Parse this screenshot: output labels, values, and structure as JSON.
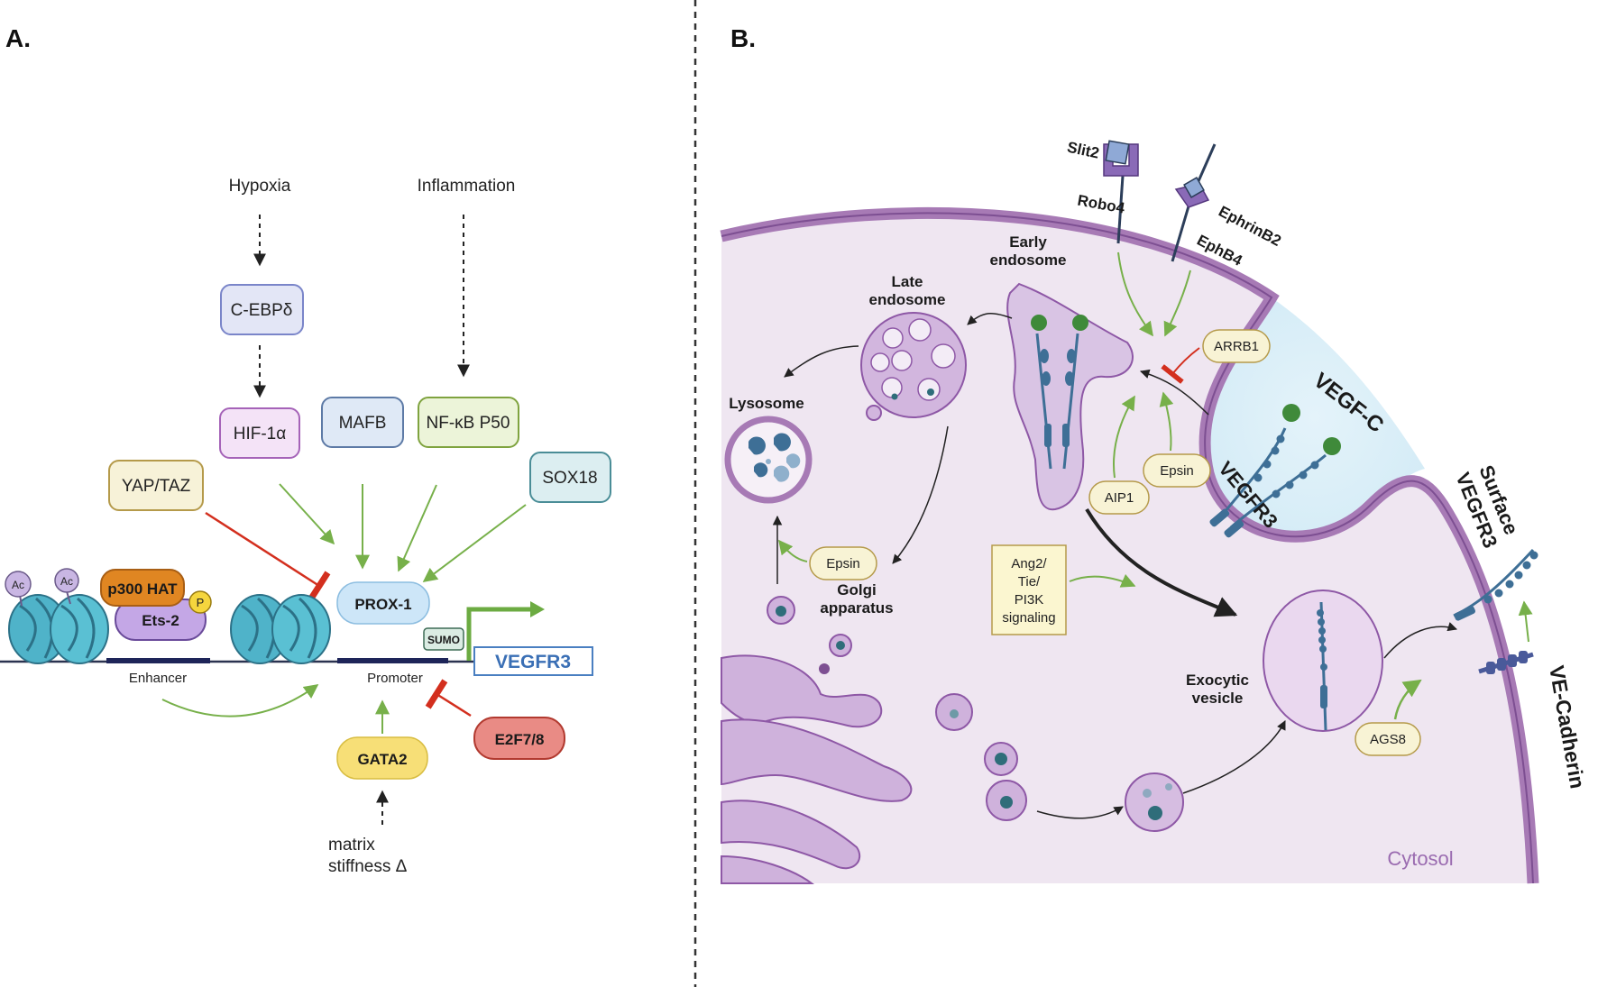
{
  "panel_a": {
    "label": "A.",
    "stimuli": {
      "hypoxia": "Hypoxia",
      "inflammation": "Inflammation",
      "matrix_stiffness_line1": "matrix",
      "matrix_stiffness_line2": "stiffness Δ"
    },
    "factors": {
      "cebpd": "C-EBPδ",
      "hif1a": "HIF-1α",
      "mafb": "MAFB",
      "nfkb": "NF-κB P50",
      "sox18": "SOX18",
      "yaptaz": "YAP/TAZ",
      "p300": "p300 HAT",
      "ets2": "Ets-2",
      "phospho": "P",
      "acetyl": "Ac",
      "prox1": "PROX-1",
      "sumo": "SUMO",
      "gata2": "GATA2",
      "e2f78": "E2F7/8"
    },
    "dna": {
      "enhancer": "Enhancer",
      "promoter": "Promoter",
      "gene": "VEGFR3"
    }
  },
  "panel_b": {
    "label": "B.",
    "ligands": {
      "slit2": "Slit2",
      "robo4": "Robo4",
      "ephrinb2": "EphrinB2",
      "ephb4": "EphB4",
      "vegfc": "VEGF-C"
    },
    "receptors": {
      "vegfr3": "VEGFR3",
      "surface_line1": "Surface",
      "surface_line2": "VEGFR3",
      "vecadherin": "VE-Cadherin"
    },
    "compartments": {
      "early_line1": "Early",
      "early_line2": "endosome",
      "late_line1": "Late",
      "late_line2": "endosome",
      "lysosome": "Lysosome",
      "golgi_line1": "Golgi",
      "golgi_line2": "apparatus",
      "exocytic_line1": "Exocytic",
      "exocytic_line2": "vesicle",
      "cytosol": "Cytosol"
    },
    "modulators": {
      "arrb1": "ARRB1",
      "epsin": "Epsin",
      "aip1": "AIP1",
      "epsin_lysosome": "Epsin",
      "ags8": "AGS8",
      "ang2_line1": "Ang2/",
      "ang2_line2": "Tie/",
      "ang2_line3": "PI3K",
      "ang2_line4": "signaling"
    }
  },
  "colors": {
    "activation": "#77b04a",
    "inhibition": "#d32f1e",
    "membrane": "#a77ab5",
    "cytosol": "#efe7f1",
    "receptor": "#3e6f96",
    "ligand": "#3f8a3a",
    "vegfr3_text": "#3a6fb5"
  }
}
